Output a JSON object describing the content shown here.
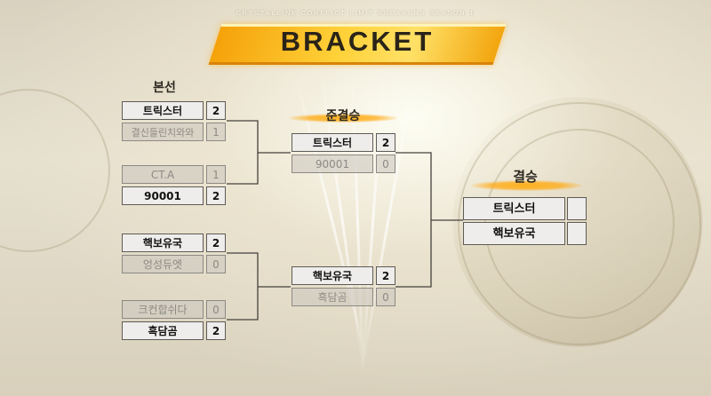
{
  "header": {
    "season": "CRYSTALLINE CONFLICT LIMIT BREAKERS SEASON 1",
    "title": "BRACKET"
  },
  "rounds": {
    "main": "본선",
    "semifinal": "준결승",
    "final": "결승"
  },
  "matches": {
    "q1": [
      {
        "team": "트릭스터",
        "score": "2"
      },
      {
        "team": "결신들린치와와",
        "score": "1"
      }
    ],
    "q2": [
      {
        "team": "CT.A",
        "score": "1"
      },
      {
        "team": "90001",
        "score": "2"
      }
    ],
    "q3": [
      {
        "team": "핵보유국",
        "score": "2"
      },
      {
        "team": "엉성듀엣",
        "score": "0"
      }
    ],
    "q4": [
      {
        "team": "크컨합쉬다",
        "score": "0"
      },
      {
        "team": "흑담곰",
        "score": "2"
      }
    ],
    "s1": [
      {
        "team": "트릭스터",
        "score": "2"
      },
      {
        "team": "90001",
        "score": "0"
      }
    ],
    "s2": [
      {
        "team": "핵보유국",
        "score": "2"
      },
      {
        "team": "흑담곰",
        "score": "0"
      }
    ],
    "f": [
      {
        "team": "트릭스터",
        "score": ""
      },
      {
        "team": "핵보유국",
        "score": ""
      }
    ]
  },
  "colors": {
    "banner": "#ffc21e",
    "accent_glow": "#ffb11a",
    "winner_bg": "#efedeb",
    "loser_text": "#8d8a84",
    "line": "#44413c"
  }
}
